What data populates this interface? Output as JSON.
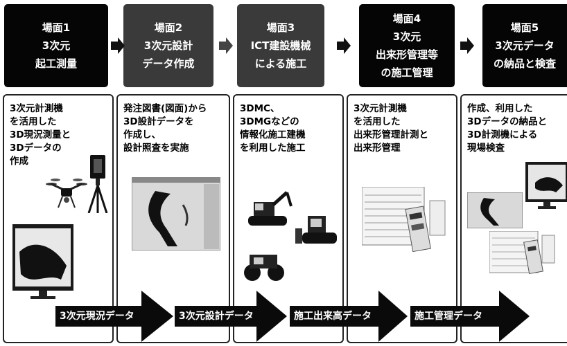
{
  "stages": [
    {
      "lines": [
        "場面1",
        "3次元",
        "起工測量"
      ]
    },
    {
      "lines": [
        "場面2",
        "3次元設計",
        "データ作成"
      ]
    },
    {
      "lines": [
        "場面3",
        "ICT建設機械",
        "による施工"
      ]
    },
    {
      "lines": [
        "場面4",
        "3次元",
        "出来形管理等",
        "の施工管理"
      ]
    },
    {
      "lines": [
        "場面5",
        "3次元データ",
        "の納品と検査"
      ]
    }
  ],
  "panels": [
    {
      "text": "3次元計測機\nを活用した\n3D現況測量と\n3Dデータの\n作成"
    },
    {
      "text": "発注図書(図面)から\n3D設計データを\n作成し、\n設計照査を実施"
    },
    {
      "text": "3DMC、\n3DMGなどの\n情報化施工建機\nを利用した施工"
    },
    {
      "text": "3次元計測機\nを活用した\n出来形管理計測と\n出来形管理"
    },
    {
      "text": "作成、利用した\n3Dデータの納品と\n3D計測機による\n現場検査"
    }
  ],
  "data_flows": [
    {
      "label": "3次元現況データ"
    },
    {
      "label": "3次元設計データ"
    },
    {
      "label": "施工出来高データ"
    },
    {
      "label": "施工管理データ"
    }
  ]
}
